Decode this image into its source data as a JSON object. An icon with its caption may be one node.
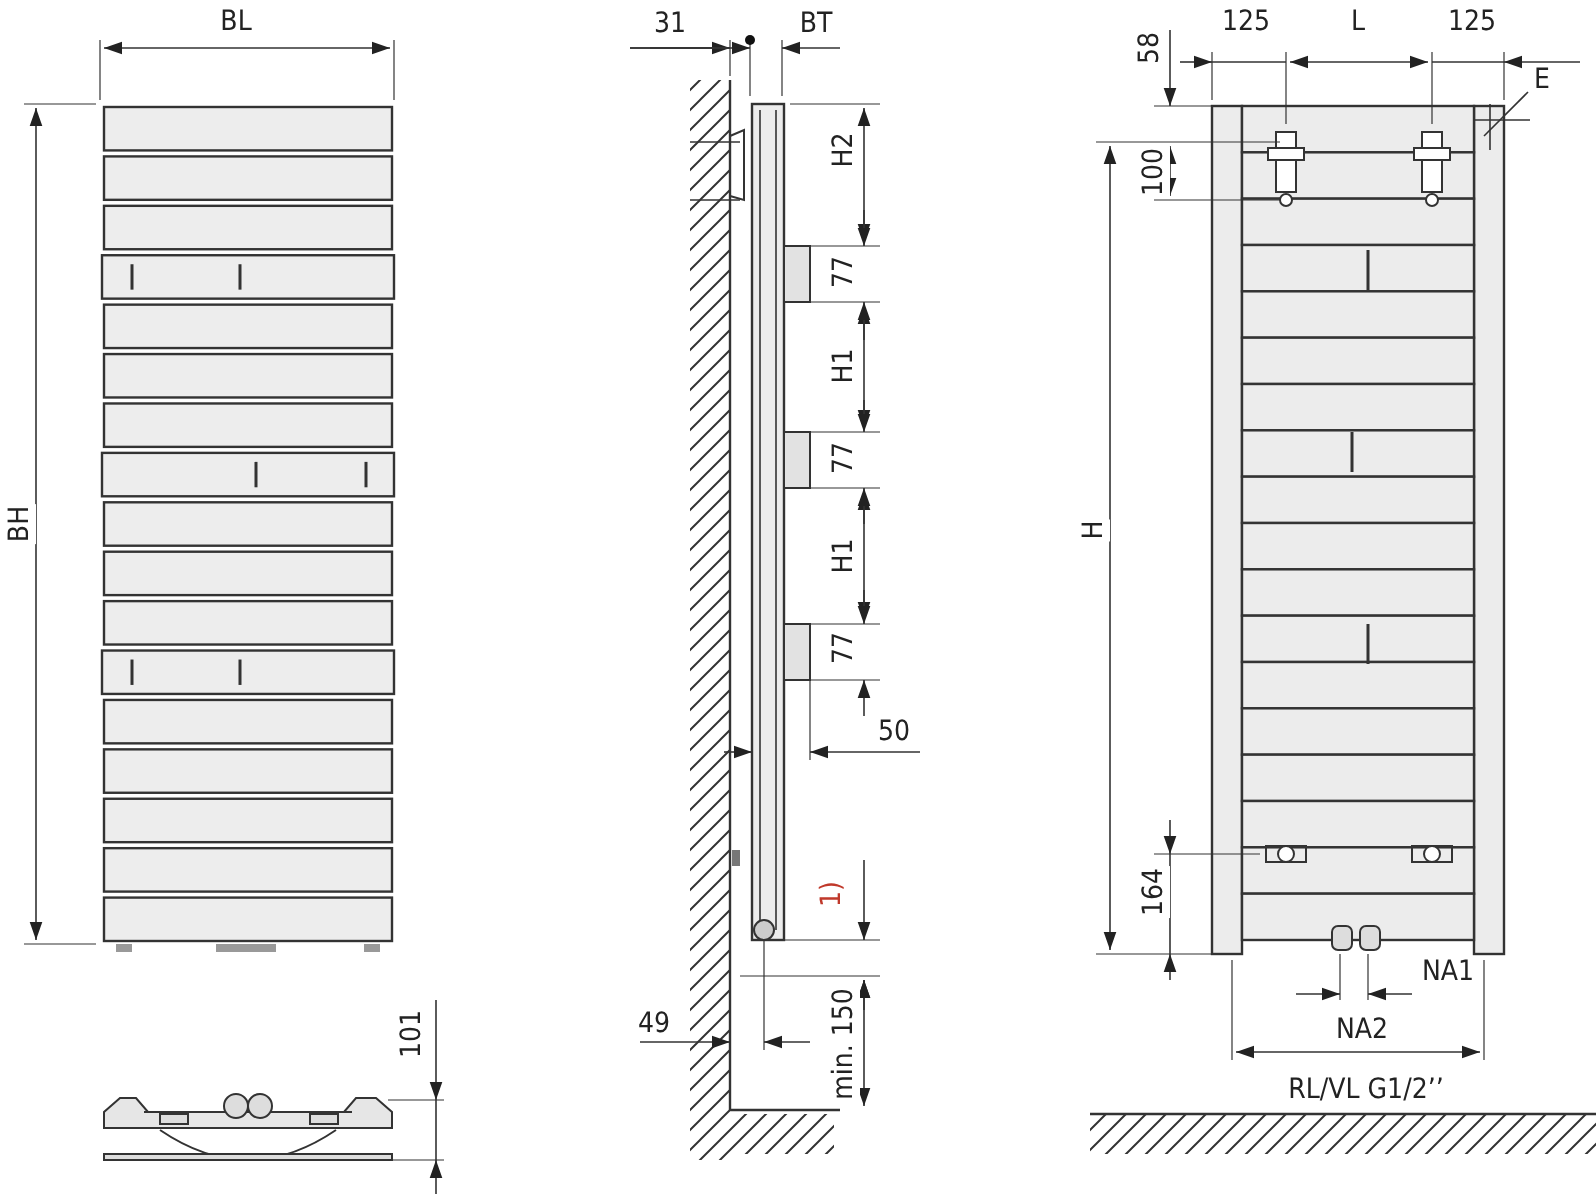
{
  "diagram": {
    "labels": [
      "BL",
      "BH",
      "31",
      "BT",
      "H2",
      "77",
      "H1",
      "77",
      "H1",
      "77",
      "50",
      "1)",
      "49",
      "min. 150",
      "101",
      "58",
      "125",
      "L",
      "125",
      "E",
      "100",
      "H",
      "164",
      "NA1",
      "NA2",
      "RL/VL G1/2’’"
    ]
  }
}
